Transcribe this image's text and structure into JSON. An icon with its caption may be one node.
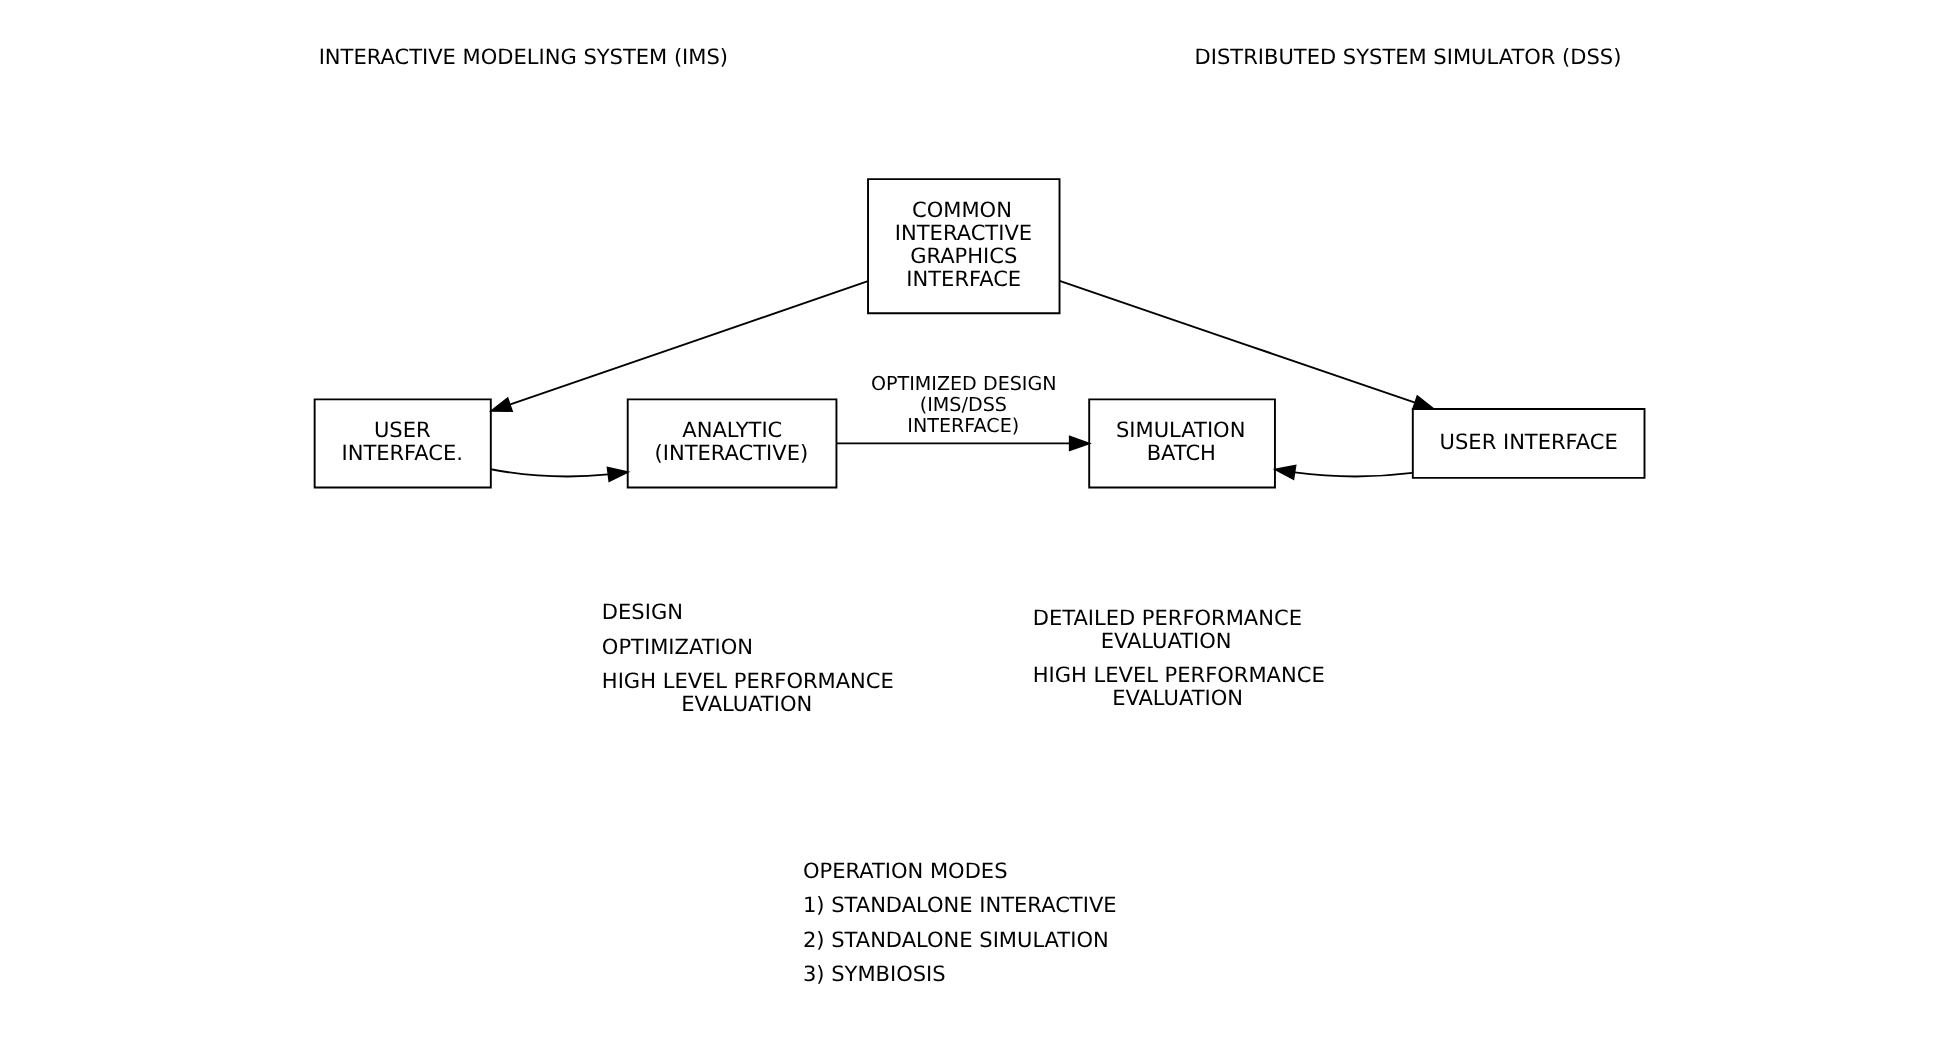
{
  "diagram": {
    "nodes": [
      {
        "text": [
          "COMMON INTERACTIVE GRAPHICS INTERFACE"
        ]
      },
      {
        "text": [
          "USER INTERFACE."
        ]
      },
      {
        "text": [
          "ANALYTIC (INTERACTIVE)"
        ],
        "beside": [
          "DESIGN",
          "OPTIMIZATION",
          "HIGH LEVEL PERFORMANCE EVALUATION"
        ]
      },
      {
        "text": [
          "SIMULATION BATCH"
        ],
        "beside": [
          "DETAILED PERFORMANCE EVALUATION",
          "HIGH LEVEL PERFORMANCE EVALUATION"
        ]
      },
      {
        "text": [
          "USER INTERFACE"
        ]
      }
    ],
    "edges": [
      {
        "from": 0,
        "to": 1,
        "arrow": "to"
      },
      {
        "from": 0,
        "to": 4,
        "arrow": "to"
      },
      {
        "from": 1,
        "to": 2,
        "arrow": "to"
      },
      {
        "from": 2,
        "to": 3,
        "arrow": "to",
        "label": "OPTIMIZED DESIGN (IMS/DSS INTERFACE)"
      },
      {
        "from": 4,
        "to": 3,
        "arrow": "to"
      }
    ],
    "labels": [
      "INTERACTIVE MODELING SYSTEM (IMS)",
      "DISTRIBUTED SYSTEM SIMULATOR (DSS)",
      "OPERATION MODES",
      "1) STANDALONE INTERACTIVE",
      "2) STANDALONE SIMULATION",
      "3) SYMBIOSIS"
    ]
  }
}
